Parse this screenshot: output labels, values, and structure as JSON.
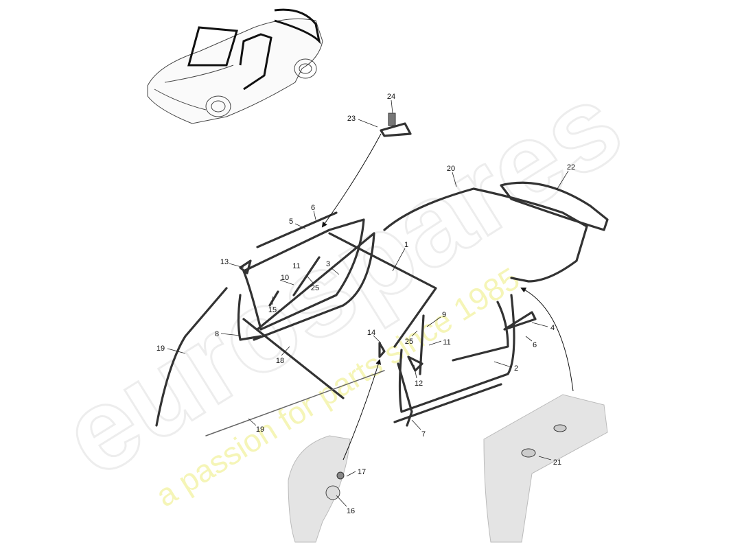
{
  "watermark": {
    "brand": "eurospares",
    "tagline": "a passion for parts since 1985"
  },
  "callouts": [
    "24",
    "23",
    "20",
    "22",
    "6",
    "5",
    "1",
    "13",
    "11",
    "10",
    "3",
    "25",
    "15",
    "9",
    "4",
    "6",
    "14",
    "25",
    "11",
    "8",
    "19",
    "18",
    "2",
    "12",
    "7",
    "19",
    "17",
    "16",
    "21"
  ]
}
